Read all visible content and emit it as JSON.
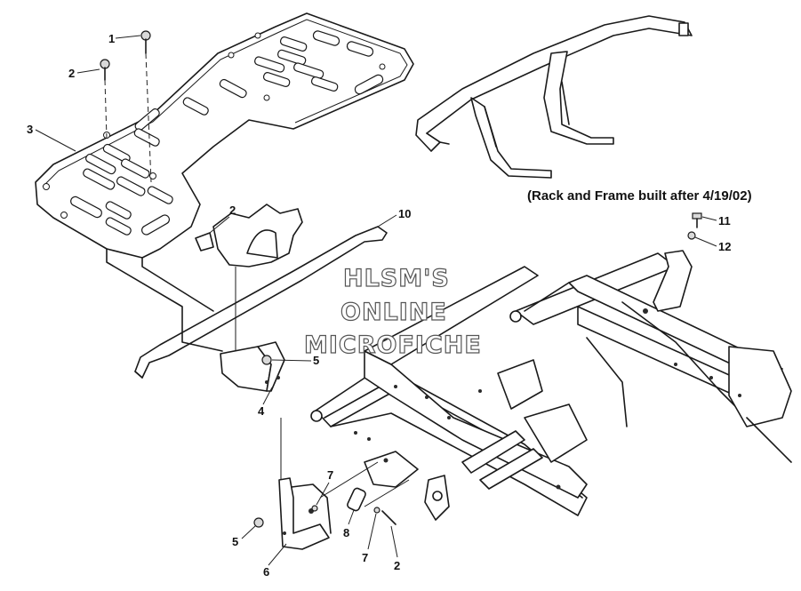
{
  "caption": "(Rack and Frame built after 4/19/02)",
  "watermark": {
    "line1": "HLSM'S",
    "line2": "ONLINE",
    "line3": "MICROFICHE"
  },
  "callouts": {
    "c1": "1",
    "c2a": "2",
    "c3": "3",
    "c2b": "2",
    "c10": "10",
    "c11": "11",
    "c12": "12",
    "c5a": "5",
    "c4": "4",
    "c7a": "7",
    "c5b": "5",
    "c8": "8",
    "c7b": "7",
    "c2c": "2",
    "c6": "6"
  }
}
